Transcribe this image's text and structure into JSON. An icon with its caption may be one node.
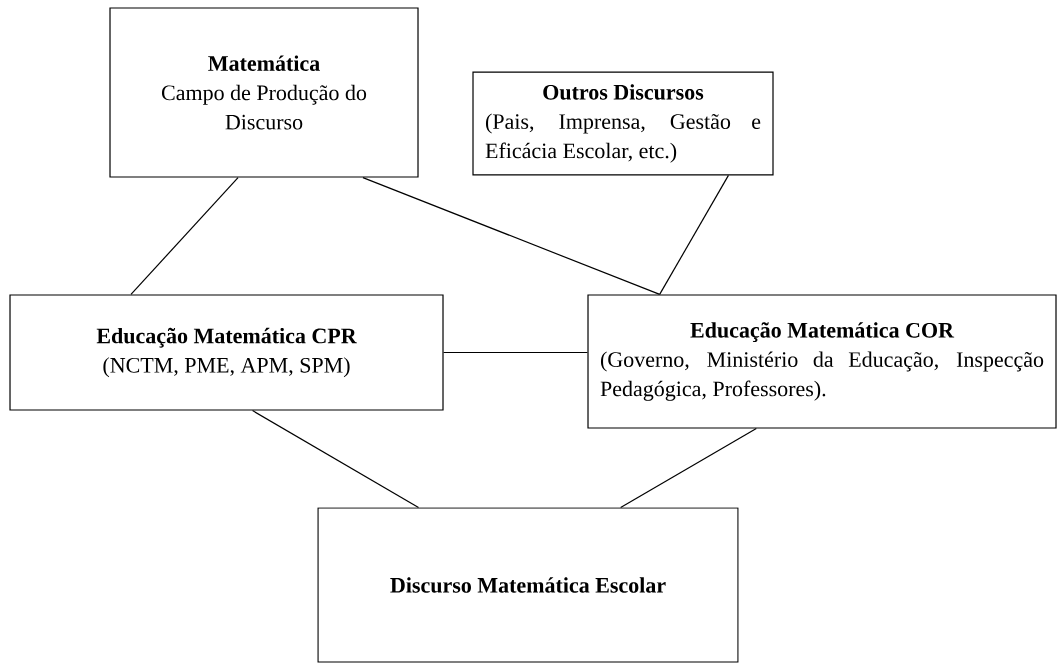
{
  "diagram": {
    "nodes": [
      {
        "text": [
          "Matemática",
          "Campo de Produção do Discurso"
        ]
      },
      {
        "text": [
          "Outros Discursos",
          "(Pais, Imprensa, Gestão e Eficácia Escolar, etc.)"
        ]
      },
      {
        "text": [
          "Educação Matemática CPR",
          "(NCTM, PME, APM, SPM)"
        ]
      },
      {
        "text": [
          "Educação Matemática COR",
          "(Governo, Ministério da Educação, Inspecção Pedagógica, Professores)."
        ]
      },
      {
        "text": [
          "Discurso Matemática Escolar"
        ]
      }
    ],
    "edges": [
      {
        "from": 0,
        "to": 2,
        "arrow": "none"
      },
      {
        "from": 0,
        "to": 3,
        "arrow": "none"
      },
      {
        "from": 1,
        "to": 3,
        "arrow": "none"
      },
      {
        "from": 2,
        "to": 3,
        "arrow": "none"
      },
      {
        "from": 2,
        "to": 4,
        "arrow": "none"
      },
      {
        "from": 3,
        "to": 4,
        "arrow": "none"
      }
    ]
  }
}
